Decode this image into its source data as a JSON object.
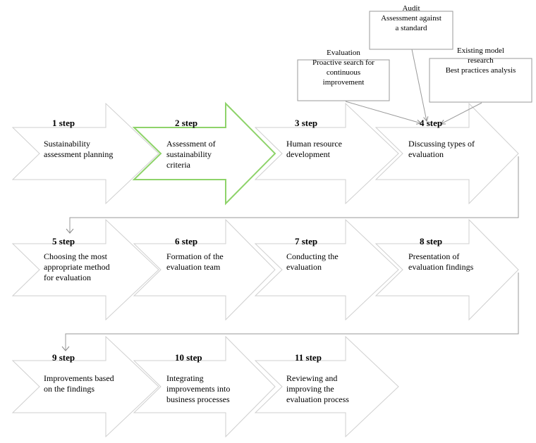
{
  "steps": [
    {
      "title": "1 step",
      "desc": [
        "Sustainability",
        "assessment planning"
      ],
      "highlighted": false
    },
    {
      "title": "2 step",
      "desc": [
        "Assessment of",
        "sustainability",
        "criteria"
      ],
      "highlighted": true
    },
    {
      "title": "3 step",
      "desc": [
        "Human resource",
        "development"
      ],
      "highlighted": false
    },
    {
      "title": "4 step",
      "desc": [
        "Discussing types of",
        "evaluation"
      ],
      "highlighted": false
    },
    {
      "title": "5 step",
      "desc": [
        "Choosing the most",
        "appropriate method",
        "for evaluation"
      ],
      "highlighted": false
    },
    {
      "title": "6 step",
      "desc": [
        "Formation of the",
        "evaluation team"
      ],
      "highlighted": false
    },
    {
      "title": "7 step",
      "desc": [
        "Conducting the",
        "evaluation"
      ],
      "highlighted": false
    },
    {
      "title": "8 step",
      "desc": [
        "Presentation of",
        "evaluation findings"
      ],
      "highlighted": false
    },
    {
      "title": "9 step",
      "desc": [
        "Improvements based",
        "on the findings"
      ],
      "highlighted": false
    },
    {
      "title": "10 step",
      "desc": [
        "Integrating",
        "improvements into",
        "business processes"
      ],
      "highlighted": false
    },
    {
      "title": "11 step",
      "desc": [
        "Reviewing and",
        "improving the",
        "evaluation process"
      ],
      "highlighted": false
    }
  ],
  "notes": [
    {
      "lines": [
        "Evaluation",
        "Proactive search for",
        "continuous",
        "improvement"
      ]
    },
    {
      "lines": [
        "Audit",
        "Assessment against",
        "a standard"
      ]
    },
    {
      "lines": [
        "Existing model",
        "research",
        "Best practices analysis"
      ]
    }
  ],
  "colors": {
    "highlight": "#8ed36a",
    "arrow_outline": "#cfcfcf",
    "connector": "#9a9a9a"
  }
}
